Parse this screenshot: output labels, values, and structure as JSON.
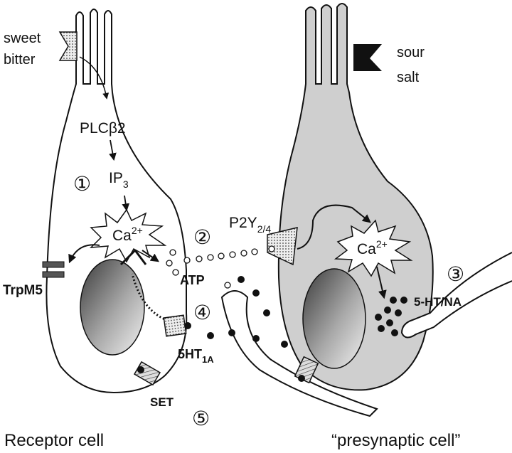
{
  "tastants": {
    "receptor_cell_ligands": [
      "sweet",
      "bitter"
    ],
    "presynaptic_cell_ligands": [
      "sour",
      "salt"
    ]
  },
  "molecules": {
    "plc": "PLCβ2",
    "ip3_main": "IP",
    "ip3_sub": "3",
    "calcium_main": "Ca",
    "calcium_sup": "2+",
    "atp": "ATP",
    "p2y_main": "P2Y",
    "p2y_sub": "2/4",
    "trpm5": "TrpM5",
    "ht1a_main": "5HT",
    "ht1a_sub": "1A",
    "set": "SET",
    "ht_na": "5-HT/NA"
  },
  "steps": [
    "①",
    "②",
    "③",
    "④",
    "⑤"
  ],
  "cells": {
    "receptor": "Receptor cell",
    "presynaptic": "“presynaptic cell”"
  },
  "colors": {
    "presynaptic_fill": "#cfcfcf",
    "outline": "#111111",
    "channel": "#555555"
  }
}
